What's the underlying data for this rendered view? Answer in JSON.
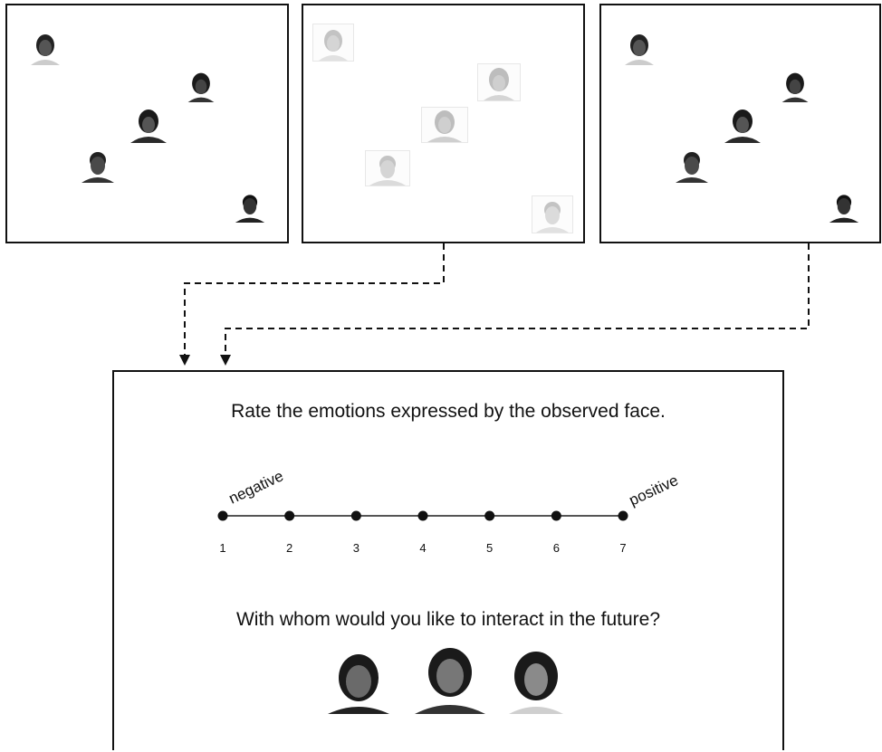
{
  "rating": {
    "question_emotion": "Rate the emotions expressed by the observed face.",
    "scale_left_label": "negative",
    "scale_right_label": "positive",
    "scale_points": [
      "1",
      "2",
      "3",
      "4",
      "5",
      "6",
      "7"
    ],
    "question_interact": "With whom would you like to interact in the future?"
  },
  "colors": {
    "line": "#111111",
    "face_skin_dark": "#3a3a3a",
    "face_hair": "#1a1a1a",
    "faded": "#9a9a9a"
  }
}
